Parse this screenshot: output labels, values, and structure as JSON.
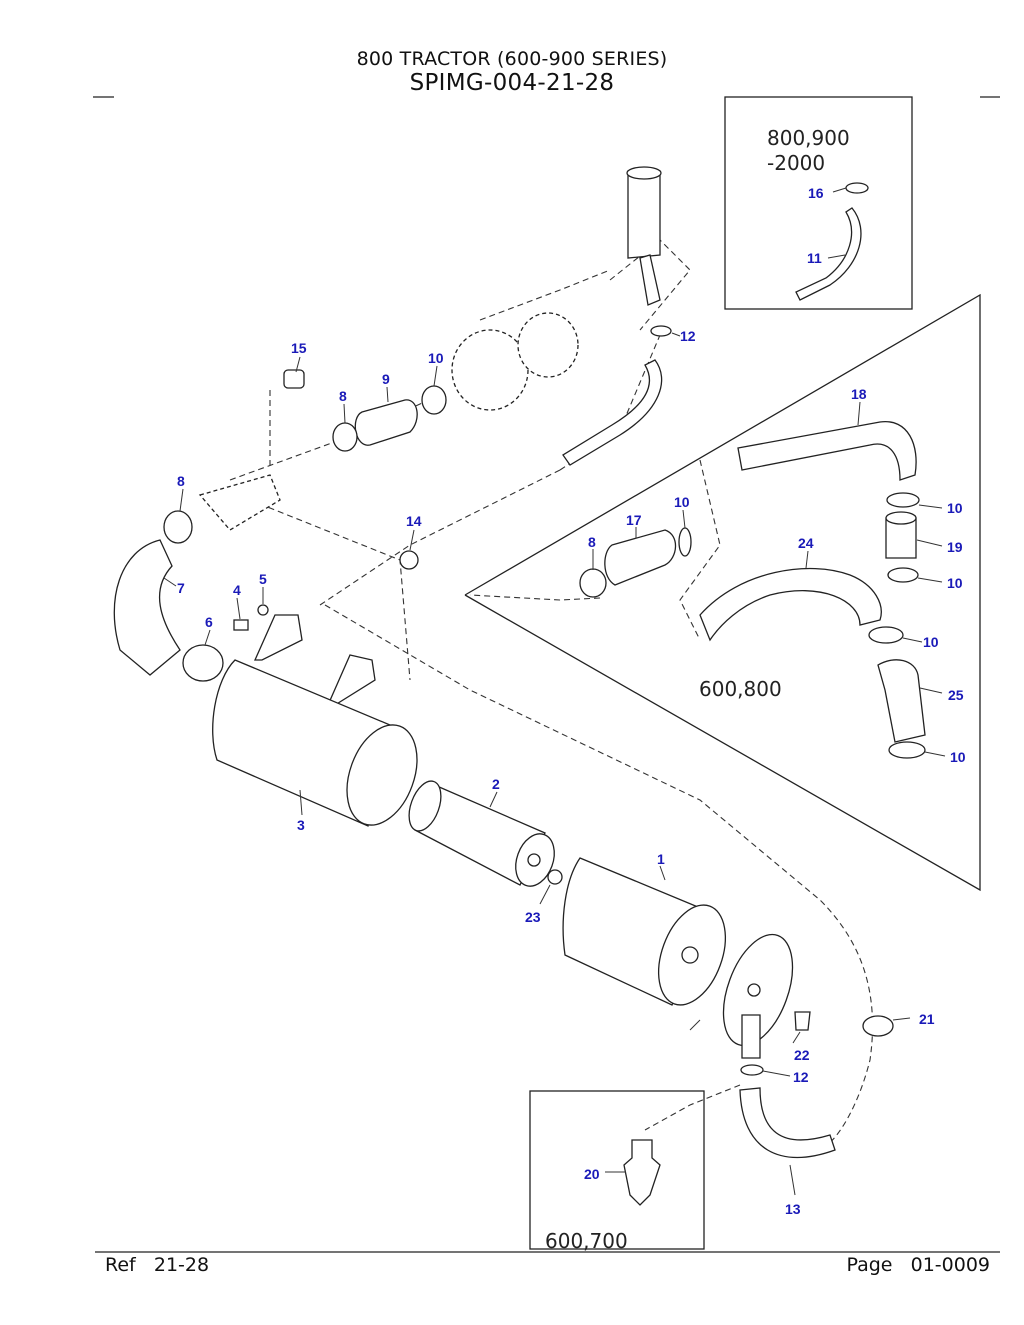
{
  "header": {
    "title": "800 TRACTOR (600-900 SERIES)",
    "ref_code": "SPIMG-004-21-28"
  },
  "footer": {
    "ref_label": "Ref",
    "ref_value": "21-28",
    "page_label": "Page",
    "page_value": "01-0009"
  },
  "insets": {
    "top_right": {
      "line1": "800,900",
      "line2": "-2000"
    },
    "right_panel": {
      "label": "600,800"
    },
    "bottom": {
      "label": "600,700"
    }
  },
  "callouts": {
    "c1": "1",
    "c2": "2",
    "c3": "3",
    "c4": "4",
    "c5": "5",
    "c6": "6",
    "c7": "7",
    "c8a": "8",
    "c8b": "8",
    "c8c": "8",
    "c9": "9",
    "c10a": "10",
    "c10b": "10",
    "c10c": "10",
    "c10d": "10",
    "c10e": "10",
    "c10f": "10",
    "c11": "11",
    "c12a": "12",
    "c12b": "12",
    "c13": "13",
    "c14": "14",
    "c15": "15",
    "c16": "16",
    "c17": "17",
    "c18": "18",
    "c19": "19",
    "c20": "20",
    "c21": "21",
    "c22": "22",
    "c23": "23",
    "c24": "24",
    "c25": "25"
  },
  "colors": {
    "callout": "#1a1ab8",
    "line": "#222222"
  }
}
